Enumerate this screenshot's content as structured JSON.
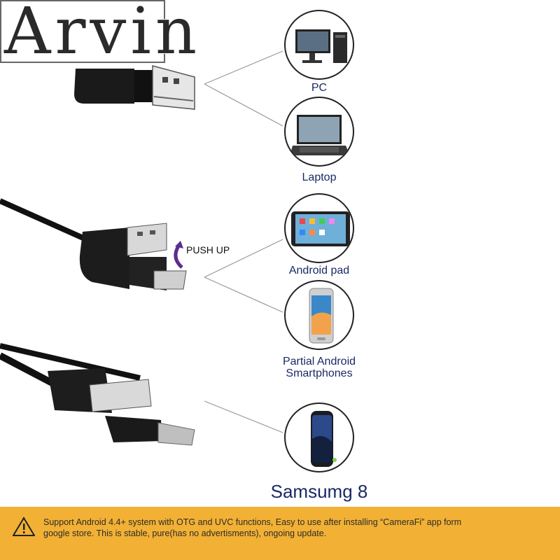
{
  "logo": {
    "text": "Arvin"
  },
  "connectors": [
    {
      "name": "usb-a-connector",
      "devices": [
        {
          "label": "PC",
          "icon": "desktop-pc-icon"
        },
        {
          "label": "Laptop",
          "icon": "laptop-icon"
        }
      ]
    },
    {
      "name": "micro-usb-connector",
      "action_label": "PUSH UP",
      "devices": [
        {
          "label": "Android pad",
          "icon": "tablet-icon"
        },
        {
          "label": "Partial Android Smartphones",
          "icon": "smartphone-icon"
        }
      ]
    },
    {
      "name": "usb-c-connector",
      "devices": [
        {
          "label": "Samsumg 8",
          "icon": "samsung-phone-icon"
        }
      ]
    }
  ],
  "labels": {
    "pc": "PC",
    "laptop": "Laptop",
    "android_pad": "Android pad",
    "partial_android_1": "Partial Android",
    "partial_android_2": "Smartphones",
    "samsung": "Samsumg 8",
    "push_up": "PUSH UP"
  },
  "notice": {
    "icon": "warning-icon",
    "text": "Support Android 4.4+ system with OTG and UVC functions, Easy to use after installing “CameraFi” app form google store. This is stable, pure(has no advertisments), ongoing update.",
    "background": "#f2b134"
  },
  "colors": {
    "label_text": "#1a2a66",
    "arrow": "#5b2d8c"
  }
}
